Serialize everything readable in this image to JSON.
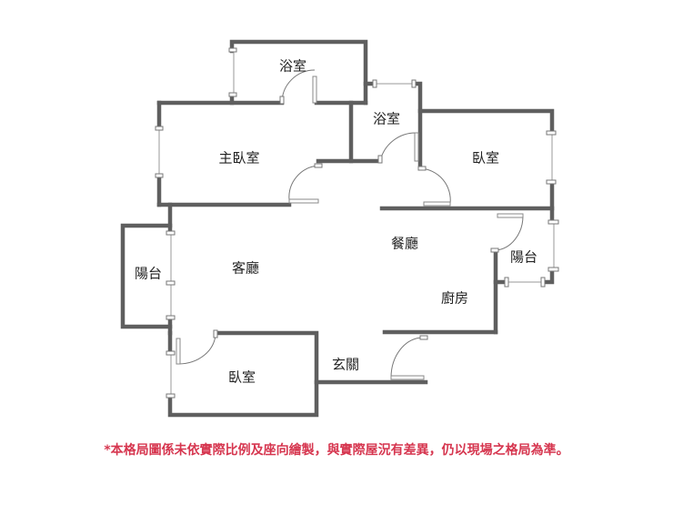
{
  "rooms": {
    "bath_top": "浴室",
    "bath_mid": "浴室",
    "master_bedroom": "主臥室",
    "bedroom_right": "臥室",
    "dining": "餐廳",
    "living": "客廳",
    "balcony_left": "陽台",
    "balcony_right": "陽台",
    "kitchen": "廚房",
    "entrance": "玄關",
    "bedroom_bottom": "臥室"
  },
  "disclaimer": "*本格局圖係未依實際比例及座向繪製，與實際屋況有差異，仍以現場之格局為準。",
  "colors": {
    "wall": "#5f5f5f",
    "disclaimer": "#d6364f"
  }
}
